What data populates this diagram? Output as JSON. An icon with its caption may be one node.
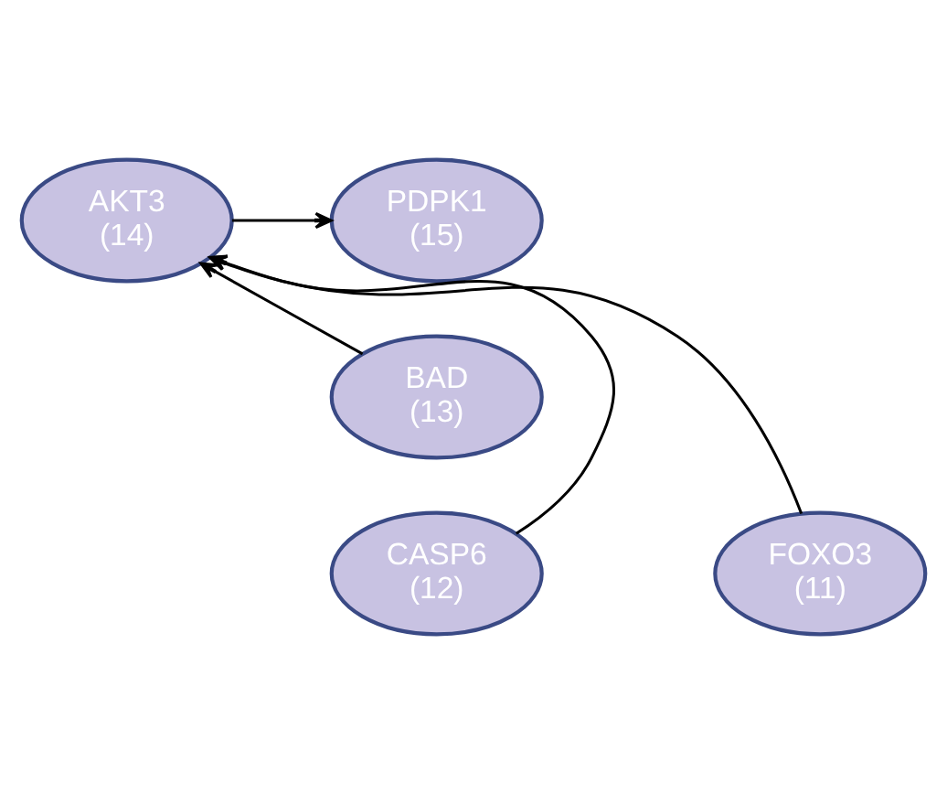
{
  "diagram": {
    "nodes": [
      {
        "text": [
          "PDPK1",
          "(15)"
        ]
      },
      {
        "text": [
          "AKT3",
          "(14)"
        ]
      },
      {
        "text": [
          "BAD",
          "(13)"
        ]
      },
      {
        "text": [
          "CASP6",
          "(12)"
        ]
      },
      {
        "text": [
          "FOXO3",
          "(11)"
        ]
      }
    ],
    "edges": [
      {
        "from": 1,
        "to": 0,
        "arrow": "to"
      },
      {
        "from": 2,
        "to": 1,
        "arrow": "to"
      },
      {
        "from": 3,
        "to": 1,
        "arrow": "to"
      },
      {
        "from": 4,
        "to": 1,
        "arrow": "to"
      }
    ]
  }
}
